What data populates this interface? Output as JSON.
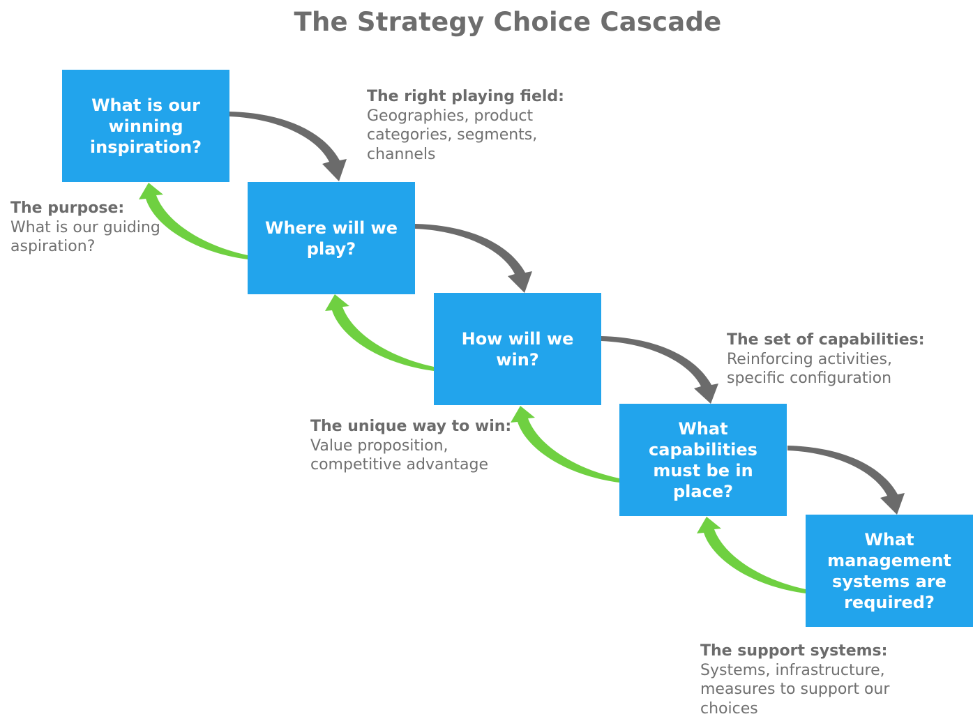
{
  "title": "The Strategy Choice Cascade",
  "colors": {
    "box": "#22a4ec",
    "box_text": "#ffffff",
    "forward_arrow": "#6b6b6b",
    "feedback_arrow": "#6fd041",
    "note_text": "#707070"
  },
  "steps": [
    {
      "label": "What is our winning inspiration?"
    },
    {
      "label": "Where will we play?"
    },
    {
      "label": "How will we win?"
    },
    {
      "label": "What capabilities must be in place?"
    },
    {
      "label": "What management systems are required?"
    }
  ],
  "notes": [
    {
      "heading": "The purpose:",
      "body": "What is our guiding\naspiration?"
    },
    {
      "heading": "The right playing field:",
      "body": "Geographies, product\ncategories, segments,\nchannels"
    },
    {
      "heading": "The unique way to win:",
      "body": "Value proposition,\ncompetitive advantage"
    },
    {
      "heading": "The set of capabilities:",
      "body": "Reinforcing activities,\nspecific configuration"
    },
    {
      "heading": "The support systems:",
      "body": "Systems, infrastructure,\nmeasures to support our\nchoices"
    }
  ]
}
